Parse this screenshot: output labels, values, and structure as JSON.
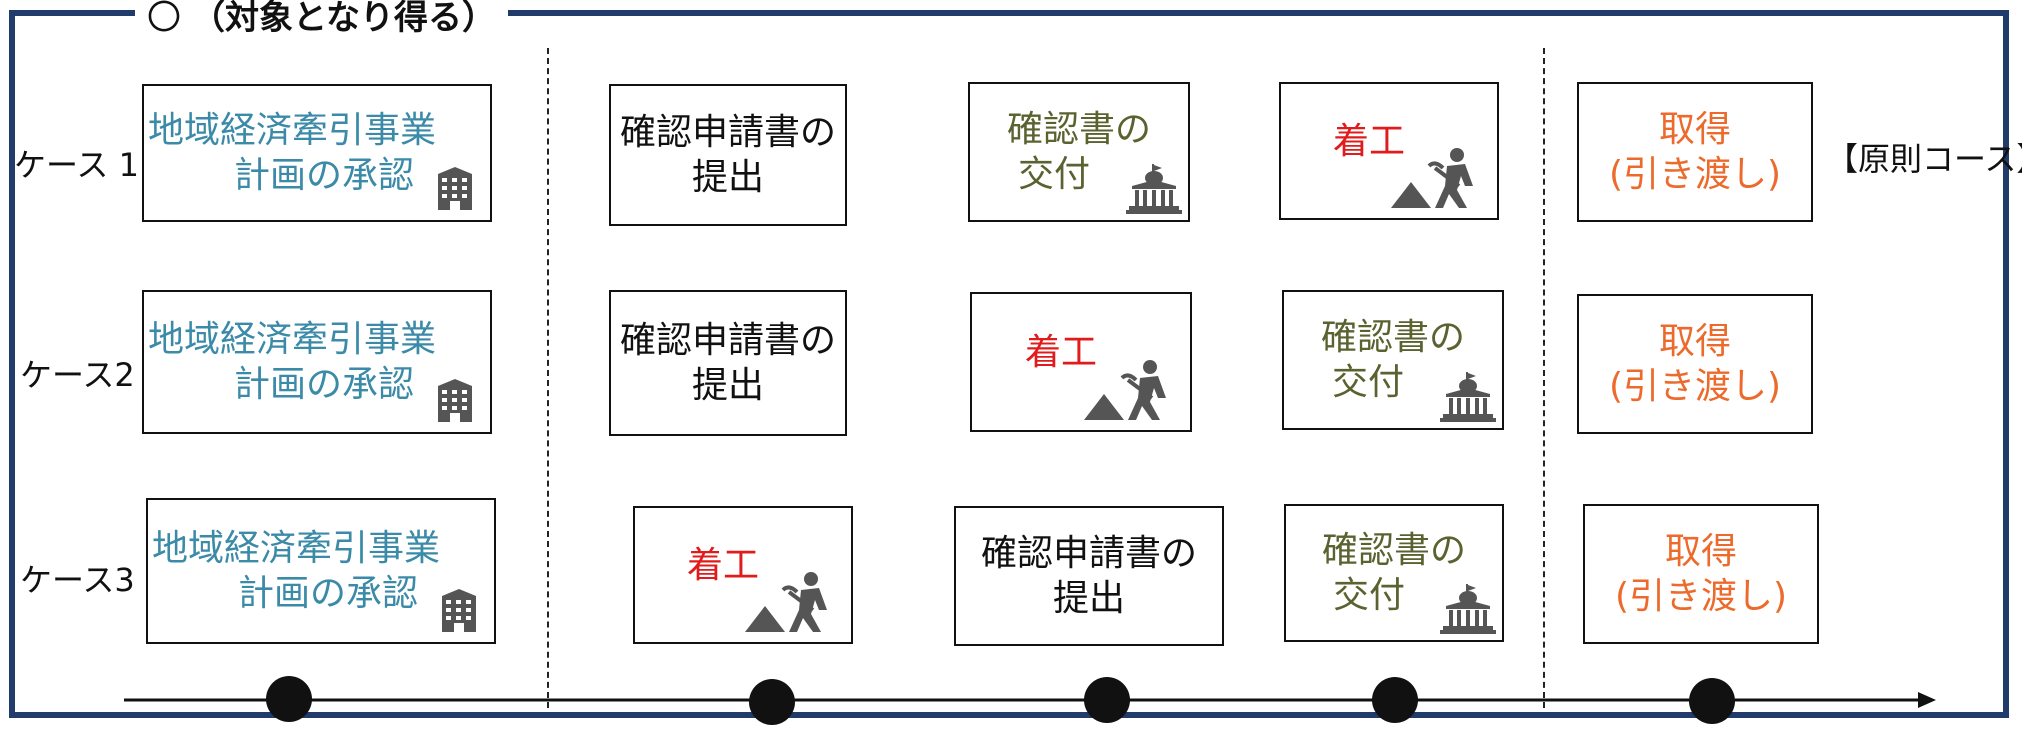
{
  "legend": {
    "mark": "〇",
    "text": "（対象となり得る）"
  },
  "cases": [
    {
      "label": "ケース 1",
      "steps": [
        {
          "lines": [
            "地域経済牽引事業",
            "計画の承認"
          ],
          "color": "#3a8aa8",
          "icon": "office-building-icon"
        },
        {
          "lines": [
            "確認申請書の",
            "提出"
          ],
          "color": "#111111",
          "icon": ""
        },
        {
          "lines": [
            "確認書の",
            "交付"
          ],
          "color": "#5a6230",
          "icon": "government-building-icon"
        },
        {
          "lines": [
            "着工"
          ],
          "color": "#e11b1b",
          "icon": "construction-worker-icon"
        },
        {
          "lines": [
            "取得",
            "(引き渡し)"
          ],
          "color": "#ec6a2b",
          "icon": ""
        }
      ],
      "note": "【原則コース】"
    },
    {
      "label": "ケース2",
      "steps": [
        {
          "lines": [
            "地域経済牽引事業",
            "計画の承認"
          ],
          "color": "#3a8aa8",
          "icon": "office-building-icon"
        },
        {
          "lines": [
            "確認申請書の",
            "提出"
          ],
          "color": "#111111",
          "icon": ""
        },
        {
          "lines": [
            "着工"
          ],
          "color": "#e11b1b",
          "icon": "construction-worker-icon"
        },
        {
          "lines": [
            "確認書の",
            "交付"
          ],
          "color": "#5a6230",
          "icon": "government-building-icon"
        },
        {
          "lines": [
            "取得",
            "(引き渡し)"
          ],
          "color": "#ec6a2b",
          "icon": ""
        }
      ]
    },
    {
      "label": "ケース3",
      "steps": [
        {
          "lines": [
            "地域経済牽引事業",
            "計画の承認"
          ],
          "color": "#3a8aa8",
          "icon": "office-building-icon"
        },
        {
          "lines": [
            "着工"
          ],
          "color": "#e11b1b",
          "icon": "construction-worker-icon"
        },
        {
          "lines": [
            "確認申請書の",
            "提出"
          ],
          "color": "#111111",
          "icon": ""
        },
        {
          "lines": [
            "確認書の",
            "交付"
          ],
          "color": "#5a6230",
          "icon": "government-building-icon"
        },
        {
          "lines": [
            "取得",
            "(引き渡し)"
          ],
          "color": "#ec6a2b",
          "icon": ""
        }
      ]
    }
  ],
  "timeline": {
    "point_count": 5,
    "arrow": true
  }
}
